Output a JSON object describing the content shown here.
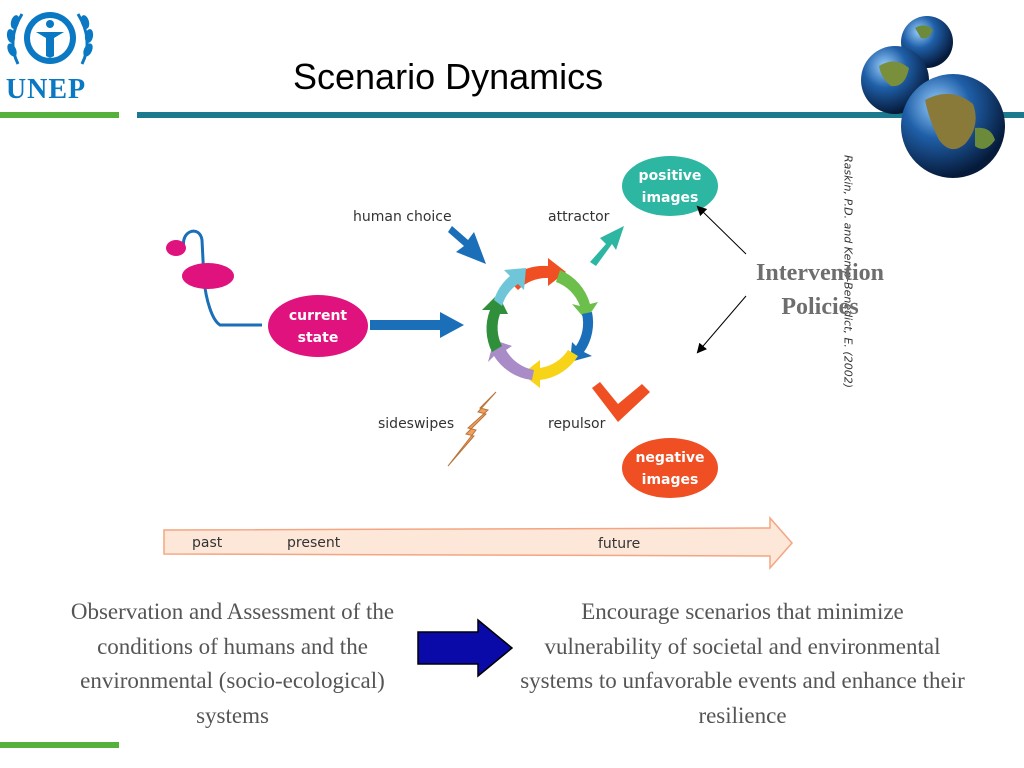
{
  "slide": {
    "title": "Scenario Dynamics",
    "logo_text": "UNEP"
  },
  "diagram": {
    "labels": {
      "human_choice": "human choice",
      "attractor": "attractor",
      "sideswipes": "sideswipes",
      "repulsor": "repulsor",
      "past": "past",
      "present": "present",
      "future": "future"
    },
    "ovals": {
      "current_state_line1": "current",
      "current_state_line2": "state",
      "positive_line1": "positive",
      "positive_line2": "images",
      "negative_line1": "negative",
      "negative_line2": "images"
    },
    "colors": {
      "magenta": "#e0127d",
      "teal": "#2db6a2",
      "orange": "#f04e23",
      "blue_arrow": "#1a6fb8",
      "timeline_fill": "#fde7d9",
      "timeline_stroke": "#f4a582"
    }
  },
  "intervention": {
    "line1": "Intervention",
    "line2": "Policies"
  },
  "citation": "Raskin, P.D. and Kemp-Benedict, E. (2002)",
  "bottom": {
    "left_text": "Observation and Assessment of the conditions of humans and the environmental (socio-ecological) systems",
    "right_text": "Encourage scenarios that minimize vulnerability of societal and environmental systems to unfavorable events and enhance their resilience",
    "arrow_color": "#0a0aa8"
  }
}
